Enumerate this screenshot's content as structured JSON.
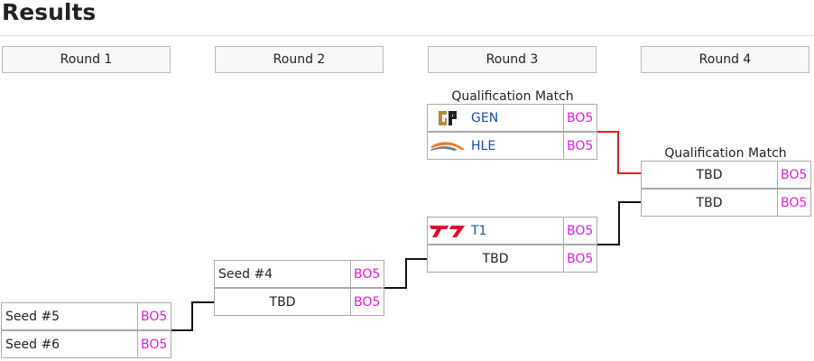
{
  "page": {
    "title": "Results"
  },
  "rounds": [
    "Round 1",
    "Round 2",
    "Round 3",
    "Round 4"
  ],
  "matches": {
    "r3_top": {
      "label": "Qualification Match",
      "slots": [
        {
          "name": "GEN",
          "score": "BO5",
          "logo": "gen-logo"
        },
        {
          "name": "HLE",
          "score": "BO5",
          "logo": "hle-logo"
        }
      ]
    },
    "r4": {
      "label": "Qualification Match",
      "slots": [
        {
          "name": "TBD",
          "score": "BO5"
        },
        {
          "name": "TBD",
          "score": "BO5"
        }
      ]
    },
    "r3_bottom": {
      "slots": [
        {
          "name": "T1",
          "score": "BO5",
          "logo": "t1-logo"
        },
        {
          "name": "TBD",
          "score": "BO5"
        }
      ]
    },
    "r2": {
      "slots": [
        {
          "name": "Seed #4",
          "score": "BO5"
        },
        {
          "name": "TBD",
          "score": "BO5"
        }
      ]
    },
    "r1": {
      "slots": [
        {
          "name": "Seed #5",
          "score": "BO5"
        },
        {
          "name": "Seed #6",
          "score": "BO5"
        }
      ]
    }
  },
  "colors": {
    "score": "#e01ee0",
    "team_link": "#1a4fa3",
    "winner_line": "#e02020",
    "line": "#111111"
  }
}
